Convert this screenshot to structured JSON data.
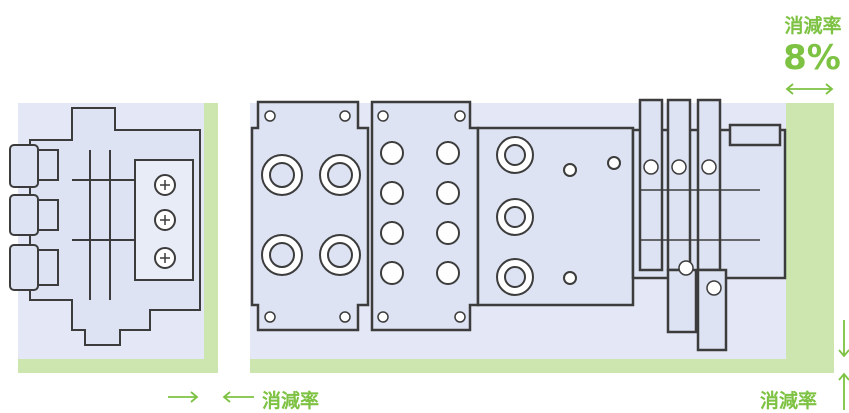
{
  "labels": {
    "reduction_label_top": "消減率",
    "reduction_value_top": "8%",
    "reduction_label_bottom": "消減率",
    "reduction_label_right": "消減率"
  },
  "colors": {
    "accent_green": "#7dc242",
    "light_green": "#cde6b0",
    "blueprint_fill": "#dde3f2",
    "outline": "#3c3c3c",
    "area_fill": "#e4e8f6"
  },
  "icons": [
    "double-arrow-icon",
    "arrow-right-icon",
    "arrow-left-icon",
    "arrow-down-icon",
    "arrow-up-icon",
    "connector-icon",
    "screw-icon"
  ]
}
